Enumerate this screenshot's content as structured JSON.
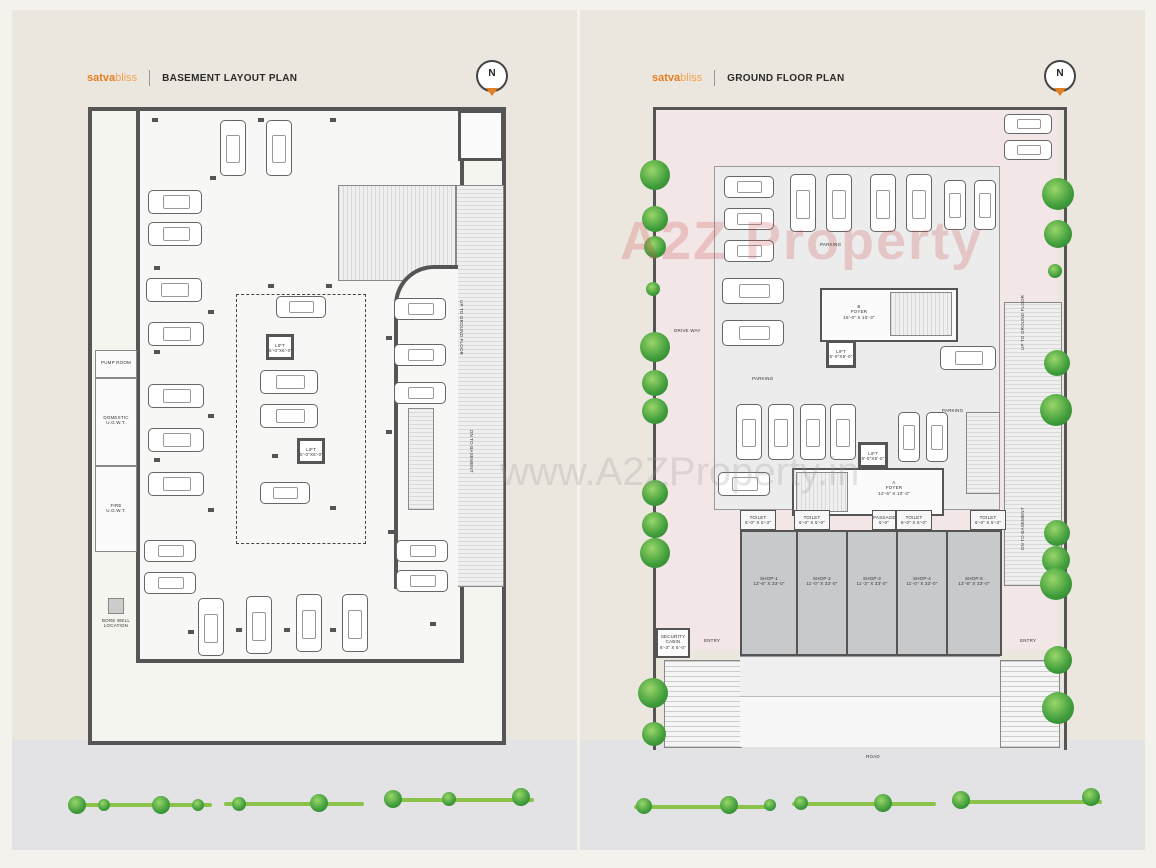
{
  "left_plan": {
    "brand_bold": "satva",
    "brand_light": "bliss",
    "title": "BASEMENT LAYOUT PLAN",
    "north": "N",
    "labels": {
      "pump_room": "PUMP ROOM",
      "domestic_ugwt": "DOMESTIC\nU.G.W.T.",
      "fire_ugwt": "FIRE\nU.G.W.T.",
      "bore_well": "BORE WELL LOCATION",
      "lift1": "LIFT\n5'-0\"X6'-0\"",
      "lift2": "LIFT\n5'-0\"X6'-0\"",
      "up_ramp": "UP TO GROUND FLOOR",
      "dn_ramp": "DN TO BASEMENT"
    }
  },
  "right_plan": {
    "brand_bold": "satva",
    "brand_light": "bliss",
    "title": "GROUND FLOOR PLAN",
    "north": "N",
    "labels": {
      "parking_top": "PARKING",
      "drive_way": "DRIVE WAY",
      "parking_mid": "PARKING",
      "parking_right": "PARKING",
      "foyer_b": "B\nFOYER\n16'-0\" X 10'-3\"",
      "foyer_a": "A\nFOYER\n12'-6\" X 10'-3\"",
      "lift_b": "LIFT\n5'-0\"X6'-0\"",
      "lift_a": "LIFT\n5'-0\"X6'-0\"",
      "up_ramp": "UP TO GROUND FLOOR",
      "dn_ramp": "DN TO BASEMENT",
      "security": "SECURITY\nCABIN\n6'-3\" X 6'-0\"",
      "entry_left": "ENTRY",
      "entry_right": "ENTRY",
      "road": "ROAD"
    },
    "toilets": [
      "TOILET\n6'-0\" X 5'-3\"",
      "TOILET\n6'-0\" X 5'-0\"",
      "PASSAGE\n5'-0\"",
      "TOILET\n6'-0\" X 5'-0\"",
      "TOILET\n6'-0\" X 5'-3\""
    ],
    "shops": [
      "SHOP-1\n12'-6\" X 33'-0\"",
      "SHOP-2\n11'-0\" X 33'-0\"",
      "SHOP-3\n11'-3\" X 33'-0\"",
      "SHOP-4\n11'-0\" X 33'-0\"",
      "SHOP-5\n12'-6\" X 33'-0\""
    ]
  },
  "watermark": {
    "logo": "A2Z Property",
    "url": "www.A2ZProperty.in"
  }
}
